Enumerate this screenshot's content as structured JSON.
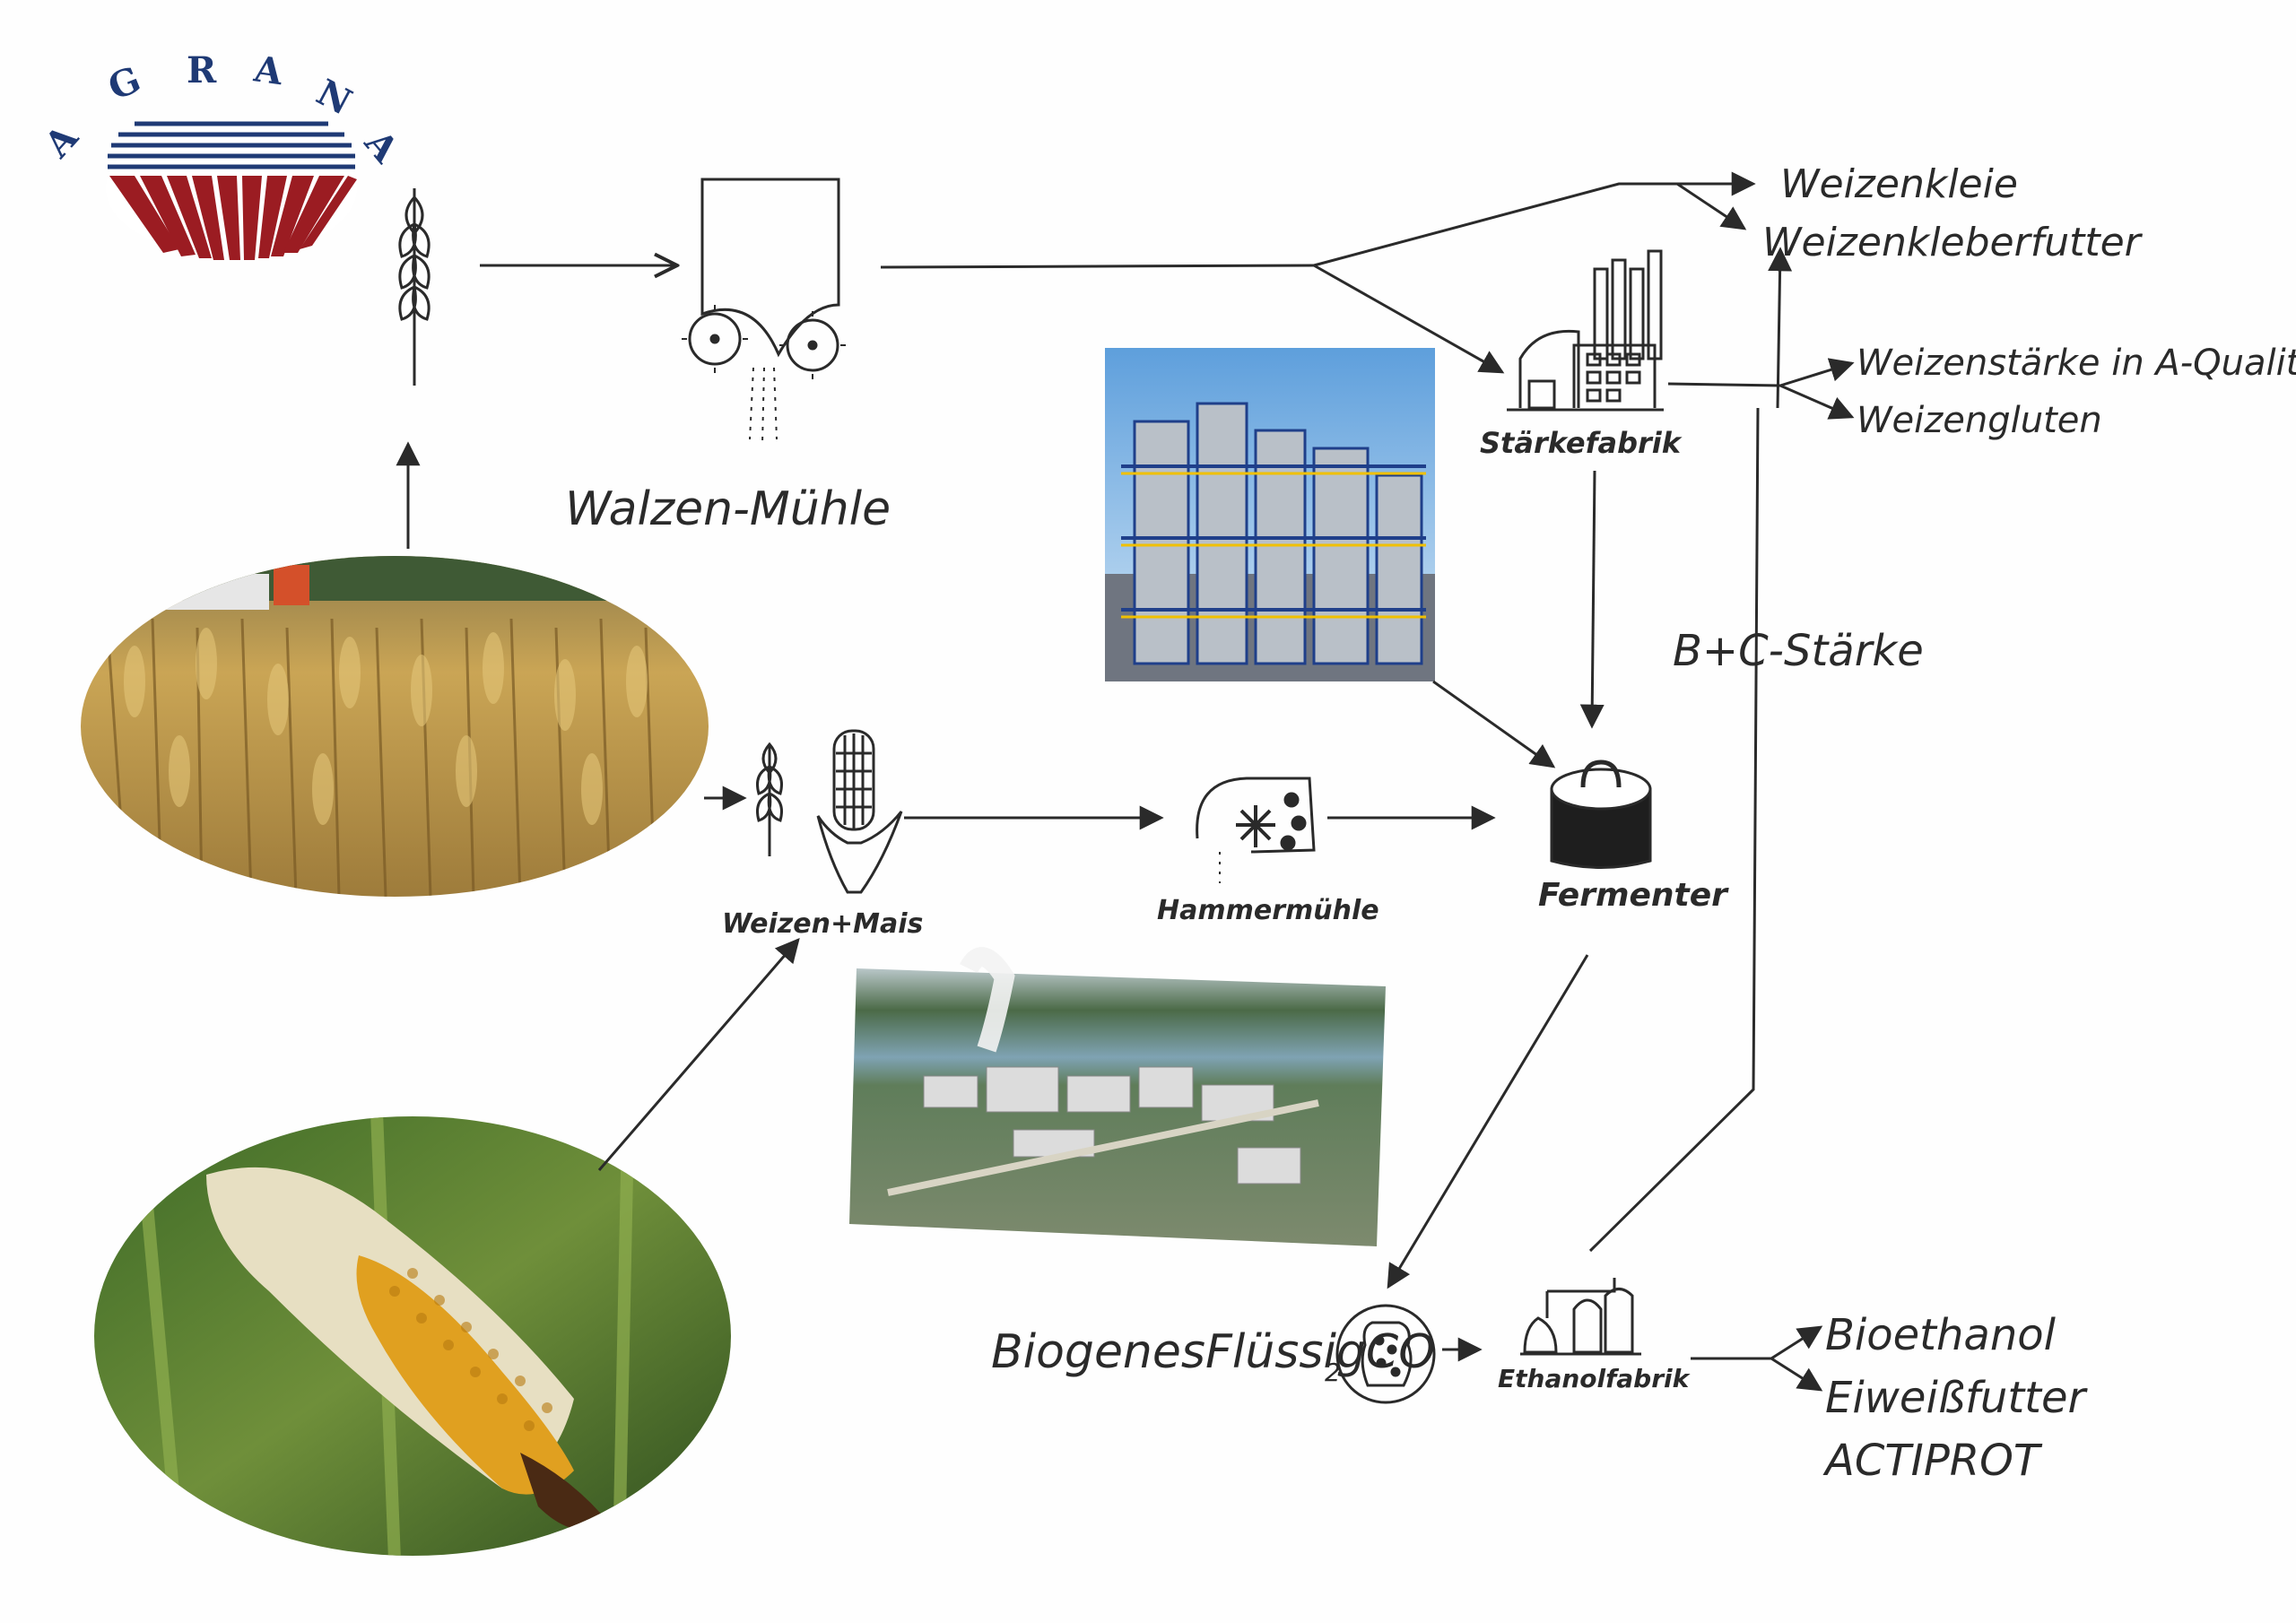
{
  "logo": {
    "letters": [
      "A",
      "G",
      "R",
      "A",
      "N",
      "A"
    ]
  },
  "labels": {
    "walzen_muehle": "Walzen-Mühle",
    "weizen_mais": "Weizen+Mais",
    "hammermuehle": "Hammermühle",
    "staerkefabrik": "Stärkefabrik",
    "fermenter": "Fermenter",
    "biogenes_co2": "BiogenesFlüssigCO",
    "co2_subscript": "2",
    "ethanolfabrik": "Ethanolfabrik",
    "bc_staerke": "B+C-Stärke"
  },
  "products": {
    "top": [
      "Weizenkleie",
      "Weizenkleberfutter"
    ],
    "starch": [
      "Weizenstärke in A-Qualität",
      "Weizengluten"
    ],
    "ethanol": [
      "Bioethanol",
      "Eiweißfutter",
      "ACTIPROT"
    ]
  },
  "colors": {
    "ink": "#2a2a2a",
    "logo_blue": "#1f3a75",
    "logo_red": "#9b1c22",
    "wheat": "#c9a24a",
    "corn_kernel": "#e0a020",
    "leaf_green": "#4f7a2c",
    "sky": "#7fb6e6"
  },
  "icons": [
    "wheat-ear-icon",
    "roller-mill-icon",
    "factory-icon",
    "fermenter-icon",
    "hammer-mill-icon",
    "corn-icon",
    "co2-bubble-icon",
    "ethanol-plant-icon"
  ]
}
